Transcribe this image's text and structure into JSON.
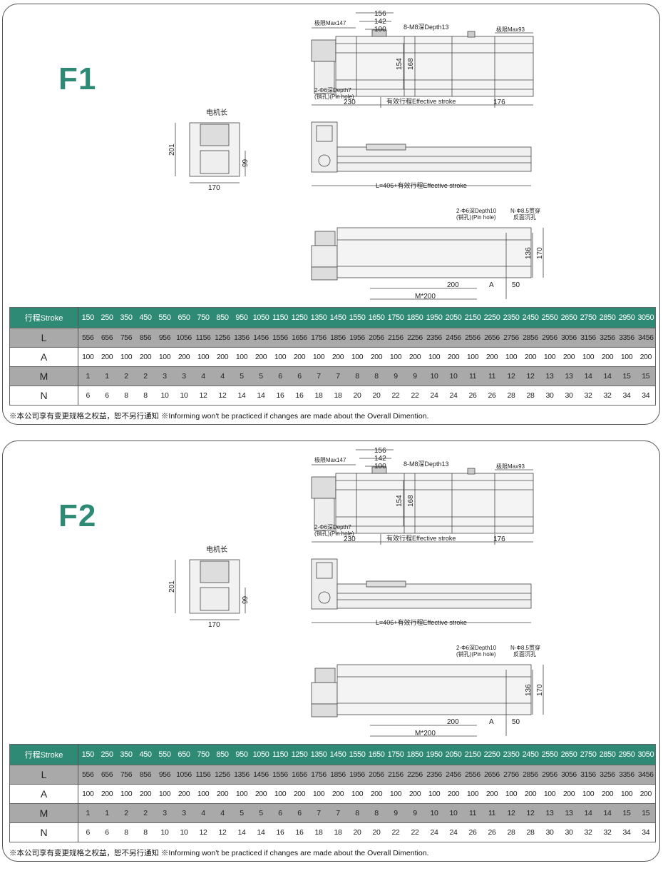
{
  "panels": [
    {
      "title": "F1"
    },
    {
      "title": "F2"
    }
  ],
  "labels": {
    "max_left": "极限Max147",
    "max_right": "极限Max93",
    "dim_156": "156",
    "dim_142": "142",
    "dim_100": "100",
    "tap_holes": "8-M8深Depth13",
    "dim_154": "154",
    "dim_168": "168",
    "pin_top_1": "2-Φ6深Depth7",
    "pin_top_2": "(销孔)(Pin hole)",
    "dim_230": "230",
    "effective_stroke": "有效行程Effective stroke",
    "dim_176": "176",
    "length_formula": "L=406+有效行程Effective stroke",
    "motor_length": "电机长",
    "dim_201": "201",
    "dim_99": "99",
    "dim_170_end": "170",
    "pin_bottom_1": "2-Φ6深Depth10",
    "pin_bottom_2": "(销孔)(Pin hole)",
    "through_1": "N-Φ8.5贯穿",
    "through_2": "反面沉孔",
    "dim_136": "136",
    "dim_170": "170",
    "dim_200": "200",
    "dim_A": "A",
    "dim_50": "50",
    "dim_M200": "M*200"
  },
  "table": {
    "rows": [
      {
        "header": "行程Stroke",
        "values": [
          "150",
          "250",
          "350",
          "450",
          "550",
          "650",
          "750",
          "850",
          "950",
          "1050",
          "1150",
          "1250",
          "1350",
          "1450",
          "1550",
          "1650",
          "1750",
          "1850",
          "1950",
          "2050",
          "2150",
          "2250",
          "2350",
          "2450",
          "2550",
          "2650",
          "2750",
          "2850",
          "2950",
          "3050"
        ]
      },
      {
        "header": "L",
        "values": [
          "556",
          "656",
          "756",
          "856",
          "956",
          "1056",
          "1156",
          "1256",
          "1356",
          "1456",
          "1556",
          "1656",
          "1756",
          "1856",
          "1956",
          "2056",
          "2156",
          "2256",
          "2356",
          "2456",
          "2556",
          "2656",
          "2756",
          "2856",
          "2956",
          "3056",
          "3156",
          "3256",
          "3356",
          "3456"
        ]
      },
      {
        "header": "A",
        "values": [
          "100",
          "200",
          "100",
          "200",
          "100",
          "200",
          "100",
          "200",
          "100",
          "200",
          "100",
          "200",
          "100",
          "200",
          "100",
          "200",
          "100",
          "200",
          "100",
          "200",
          "100",
          "200",
          "100",
          "200",
          "100",
          "200",
          "100",
          "200",
          "100",
          "200"
        ]
      },
      {
        "header": "M",
        "values": [
          "1",
          "1",
          "2",
          "2",
          "3",
          "3",
          "4",
          "4",
          "5",
          "5",
          "6",
          "6",
          "7",
          "7",
          "8",
          "8",
          "9",
          "9",
          "10",
          "10",
          "11",
          "11",
          "12",
          "12",
          "13",
          "13",
          "14",
          "14",
          "15",
          "15"
        ]
      },
      {
        "header": "N",
        "values": [
          "6",
          "6",
          "8",
          "8",
          "10",
          "10",
          "12",
          "12",
          "14",
          "14",
          "16",
          "16",
          "18",
          "18",
          "20",
          "20",
          "22",
          "22",
          "24",
          "24",
          "26",
          "26",
          "28",
          "28",
          "30",
          "30",
          "32",
          "32",
          "34",
          "34"
        ]
      }
    ]
  },
  "footnote": "※本公司享有变更规格之权益，恕不另行通知 ※Informing won't be practiced if changes are made about the Overall Dimention.",
  "colors": {
    "accent": "#2e8a74",
    "row_gray": "#a9a9a9"
  }
}
